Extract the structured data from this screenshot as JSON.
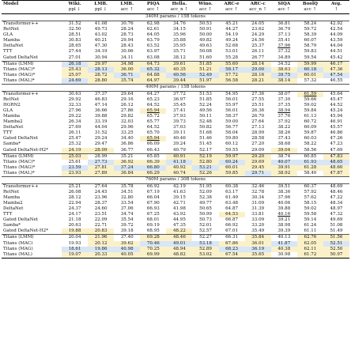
{
  "headers": [
    {
      "top": "Model",
      "bottom": ""
    },
    {
      "top": "Wiki.",
      "bottom": "ppl ↓"
    },
    {
      "top": "LMB.",
      "bottom": "ppl ↓"
    },
    {
      "top": "LMB.",
      "bottom": "acc ↑"
    },
    {
      "top": "PIQA",
      "bottom": "acc ↑"
    },
    {
      "top": "Hella.",
      "bottom": "acc_n ↑"
    },
    {
      "top": "Wino.",
      "bottom": "acc ↑"
    },
    {
      "top": "ARC-e",
      "bottom": "acc ↑"
    },
    {
      "top": "ARC-c",
      "bottom": "acc_n ↑"
    },
    {
      "top": "SIQA",
      "bottom": "acc ↑"
    },
    {
      "top": "BoolQ",
      "bottom": "acc ↑"
    },
    {
      "top": "Avg.",
      "bottom": "↑"
    }
  ],
  "highlight_colors": {
    "blue": "#d8e6f5",
    "yellow": "#fbf1c9",
    "orange": "#fde0c2"
  },
  "sections": [
    {
      "title": "340M params / 15B tokens",
      "rows": [
        [
          "Transformer++",
          "31.52",
          "41.08",
          "30.76",
          "62.98",
          "34.76",
          "50.53",
          "45.21",
          "24.05",
          "36.81",
          "58.24",
          "42.92"
        ],
        [
          "RetNet",
          "32.50",
          "49.73",
          "28.24",
          "62.61",
          "34.15",
          "50.91",
          "44.27",
          "23.62",
          "36.79",
          "59.72",
          "42.54"
        ],
        [
          "GLA",
          "28.51",
          "43.02",
          "28.73",
          "64.05",
          "35.96",
          "50.00",
          "54.19",
          "24.29",
          "37.13",
          "58.39",
          "44.09"
        ],
        [
          "Mamba",
          "30.83",
          "40.21",
          "29.94",
          "63.79",
          "35.88",
          "49.82",
          "49.24",
          "24.56",
          "35.41",
          "60.07",
          "43.59"
        ],
        [
          "DeltaNet",
          "28.65",
          "47.30",
          "28.43",
          "63.52",
          "35.95",
          "49.63",
          "52.68",
          "25.37",
          "37.96",
          "58.79",
          "44.04"
        ],
        [
          "TTT",
          "27.44",
          "34.19",
          "30.06",
          "63.97",
          "35.71",
          "50.08",
          "53.01",
          "26.11",
          "37.32",
          "59.83",
          "44.51"
        ],
        [
          "Gated DeltaNet",
          "27.01",
          "30.94",
          "34.11",
          "63.08",
          "38.12",
          "51.60",
          "55.28",
          "26.77",
          "34.89",
          "59.54",
          "45.42"
        ],
        [
          "Titans (LMM)",
          "26.18",
          "29.97",
          "34.98",
          "64.73",
          "39.61",
          "51.85",
          "55.60",
          "28.14",
          "34.52",
          "59.99",
          "46.17"
        ],
        [
          "Titans (MAC)*",
          "25.43",
          "28.13",
          "36.00",
          "65.32",
          "40.35",
          "51.21",
          "58.17",
          "29.00",
          "38.63",
          "60.18",
          "47.36"
        ],
        [
          "Titans (MAG)*",
          "25.07",
          "28.72",
          "36.71",
          "64.88",
          "40.56",
          "52.49",
          "57.72",
          "28.16",
          "39.75",
          "60.01",
          "47.54"
        ],
        [
          "Titans (MAL)*",
          "24.69",
          "28.80",
          "35.74",
          "64.97",
          "39.44",
          "51.97",
          "56.58",
          "28.21",
          "38.14",
          "57.32",
          "46.55"
        ]
      ]
    },
    {
      "title": "400M params / 15B tokens",
      "rows": [
        [
          "Transformer++",
          "30.63",
          "37.37",
          "29.64",
          "64.27",
          "37.72",
          "51.53",
          "54.95",
          "27.36",
          "38.07",
          "61.59",
          "45.64"
        ],
        [
          "RetNet",
          "29.92",
          "46.83",
          "29.16",
          "65.23",
          "36.97",
          "51.85",
          "56.01",
          "27.55",
          "37.30",
          "59.66",
          "45.47"
        ],
        [
          "HGRN2",
          "32.33",
          "47.14",
          "26.12",
          "64.52",
          "35.45",
          "52.24",
          "55.97",
          "25.51",
          "37.35",
          "59.02",
          "44.52"
        ],
        [
          "GLA",
          "27.96",
          "36.66",
          "27.86",
          "65.94",
          "37.41",
          "49.56",
          "56.01",
          "26.36",
          "38.94",
          "59.84",
          "45.24"
        ],
        [
          "Mamba",
          "29.22",
          "39.88",
          "29.82",
          "65.72",
          "37.93",
          "50.11",
          "58.37",
          "26.70",
          "37.76",
          "61.13",
          "45.94"
        ],
        [
          "Mamba2",
          "26.34",
          "33.19",
          "32.03",
          "65.77",
          "39.73",
          "52.48",
          "59.00",
          "27.64",
          "37.92",
          "60.72",
          "46.91"
        ],
        [
          "DeltaNet",
          "27.69",
          "44.04",
          "29.96",
          "64.52",
          "37.03",
          "50.82",
          "56.77",
          "27.13",
          "38.22",
          "60.09",
          "45.57"
        ],
        [
          "TTT",
          "26.11",
          "31.52",
          "33.25",
          "65.70",
          "39.11",
          "51.68",
          "58.04",
          "28.99",
          "38.26",
          "59.87",
          "46.86"
        ],
        [
          "Gated DeltaNet",
          "25.47",
          "29.24",
          "34.40",
          "65.94",
          "40.46",
          "51.46",
          "59.80",
          "28.58",
          "37.43",
          "60.03",
          "47.26"
        ],
        [
          "Samba*",
          "25.32",
          "29.47",
          "36.86",
          "66.09",
          "39.24",
          "51.45",
          "60.12",
          "27.20",
          "38.68",
          "58.22",
          "47.23"
        ],
        [
          "Gated DeltaNet-H2*",
          "24.19",
          "28.09",
          "36.77",
          "66.43",
          "40.79",
          "52.17",
          "59.55",
          "29.09",
          "39.04",
          "58.56",
          "47.69"
        ],
        [
          "Titans (LMM)",
          "25.03",
          "28.99",
          "35.21",
          "65.85",
          "40.91",
          "52.19",
          "59.97",
          "29.20",
          "38.74",
          "60.85",
          "47.83"
        ],
        [
          "Titans (MAC)*",
          "25.61",
          "27.73",
          "36.92",
          "66.39",
          "41.18",
          "52.80",
          "60.24",
          "29.69",
          "40.07",
          "61.93",
          "48.65"
        ],
        [
          "Titans (MAG)*",
          "23.59",
          "27.81",
          "37.24",
          "66.80",
          "40.92",
          "53.21",
          "60.01",
          "29.45",
          "39.91",
          "61.28",
          "48.60"
        ],
        [
          "Titans (MAL)*",
          "23.93",
          "27.89",
          "36.84",
          "66.29",
          "40.74",
          "52.26",
          "59.85",
          "29.71",
          "38.92",
          "58.40",
          "47.87"
        ]
      ]
    },
    {
      "title": "760M params / 30B tokens",
      "rows": [
        [
          "Transformer++",
          "25.21",
          "27.64",
          "35.78",
          "66.92",
          "42.19",
          "51.95",
          "60.38",
          "32.46",
          "39.51",
          "60.37",
          "48.69"
        ],
        [
          "RetNet",
          "26.08",
          "24.45",
          "34.51",
          "67.19",
          "41.63",
          "52.09",
          "63.17",
          "32.78",
          "38.36",
          "57.92",
          "48.46"
        ],
        [
          "Mamba",
          "28.12",
          "23.96",
          "32.80",
          "66.04",
          "39.15",
          "52.38",
          "61.49",
          "30.34",
          "37.96",
          "57.62",
          "47.22"
        ],
        [
          "Mamba2",
          "22.94",
          "28.37",
          "33.54",
          "67.90",
          "42.71",
          "49.77",
          "63.48",
          "31.09",
          "40.06",
          "58.15",
          "48.34"
        ],
        [
          "DeltaNet",
          "24.37",
          "24.60",
          "37.06",
          "66.93",
          "41.98",
          "50.65",
          "64.87",
          "31.39",
          "39.88",
          "59.02",
          "48.97"
        ],
        [
          "TTT",
          "24.17",
          "23.51",
          "34.74",
          "67.25",
          "43.92",
          "50.99",
          "64.53",
          "33.81",
          "40.16",
          "59.58",
          "47.32"
        ],
        [
          "Gated DeltaNet",
          "21.18",
          "22.09",
          "35.54",
          "68.01",
          "44.95",
          "50.73",
          "66.87",
          "33.09",
          "39.21",
          "59.14",
          "49.69"
        ],
        [
          "Samba*",
          "20.63",
          "22.71",
          "39.72",
          "69.19",
          "47.35",
          "52.01",
          "66.92",
          "33.20",
          "38.98",
          "61.24",
          "51.08"
        ],
        [
          "Gated DeltaNet-H2*",
          "19.88",
          "20.83",
          "39.18",
          "68.95",
          "48.22",
          "52.57",
          "67.01",
          "35.49",
          "39.39",
          "61.11",
          "51.49"
        ],
        [
          "Titans (LMM)",
          "20.04",
          "21.96",
          "37.40",
          "69.28",
          "48.46",
          "52.27",
          "66.31",
          "35.84",
          "40.13",
          "62.76",
          "51.56"
        ],
        [
          "Titans (MAC)",
          "19.93",
          "20.12",
          "39.62",
          "70.46",
          "49.01",
          "53.18",
          "67.86",
          "36.01",
          "41.87",
          "62.05",
          "52.51"
        ],
        [
          "Titans (MAG)",
          "18.61",
          "19.86",
          "40.98",
          "70.25",
          "48.94",
          "52.89",
          "68.23",
          "36.19",
          "40.38",
          "62.11",
          "52.50"
        ],
        [
          "Titans (MAL)",
          "19.07",
          "20.33",
          "40.05",
          "69.99",
          "48.82",
          "53.02",
          "67.54",
          "35.65",
          "30.98",
          "61.72",
          "50.97"
        ]
      ]
    }
  ]
}
